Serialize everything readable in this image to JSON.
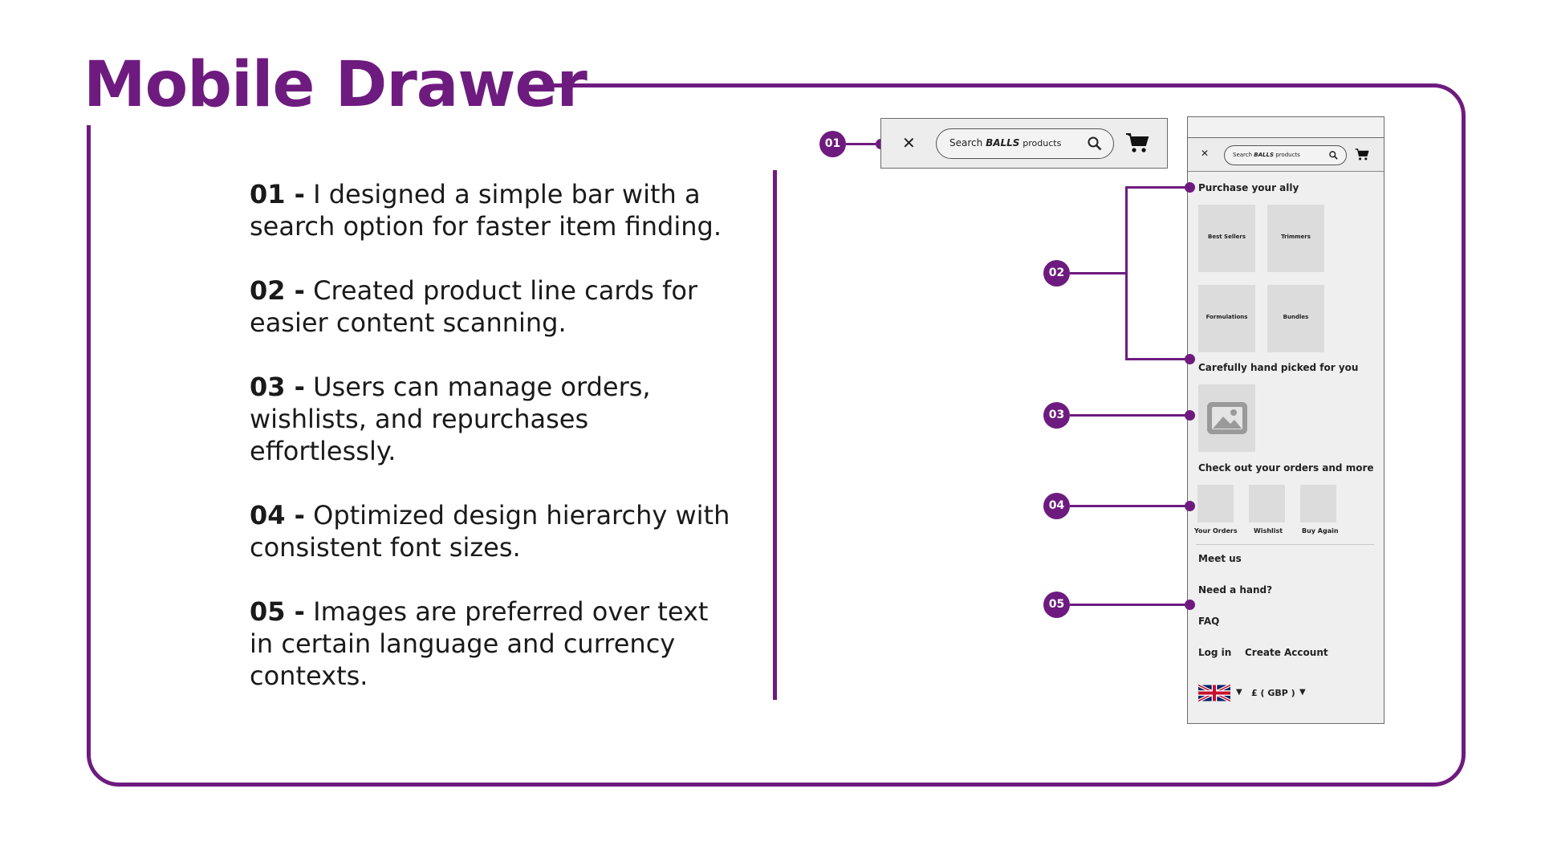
{
  "title": "Mobile Drawer",
  "accent_color": "#6e1b7f",
  "points": [
    {
      "num": "01 -",
      "text": " I designed a simple bar with a search option for faster item finding."
    },
    {
      "num": "02 -",
      "text": " Created product line cards for easier content scanning."
    },
    {
      "num": "03  -",
      "text": " Users can manage orders, wishlists, and repurchases effortlessly."
    },
    {
      "num": "04 -",
      "text": " Optimized design hierarchy with consistent font sizes."
    },
    {
      "num": "05 -",
      "text": " Images are preferred over text in certain language and currency contexts."
    }
  ],
  "callouts": [
    "01",
    "02",
    "03",
    "04",
    "05"
  ],
  "searchbar": {
    "close_icon": "close-icon",
    "search_prefix": "Search",
    "search_brand": "BALLS",
    "search_suffix": "products",
    "search_icon": "search-icon",
    "cart_icon": "cart-icon"
  },
  "drawer": {
    "section_1": "Purchase your ally",
    "cards": [
      "Best Sellers",
      "Trimmers",
      "Formulations",
      "Bundles"
    ],
    "section_2": "Carefully hand picked for you",
    "image_icon": "image-placeholder-icon",
    "section_3": "Check out your orders and more",
    "quick_links": [
      "Your Orders",
      "Wishlist",
      "Buy Again"
    ],
    "links": [
      "Meet us",
      "Need a hand?",
      "FAQ"
    ],
    "login": "Log in",
    "create_account": "Create Account",
    "flag_icon": "uk-flag-icon",
    "currency": "£ ( GBP )",
    "dropdown_arrow": "▼"
  }
}
